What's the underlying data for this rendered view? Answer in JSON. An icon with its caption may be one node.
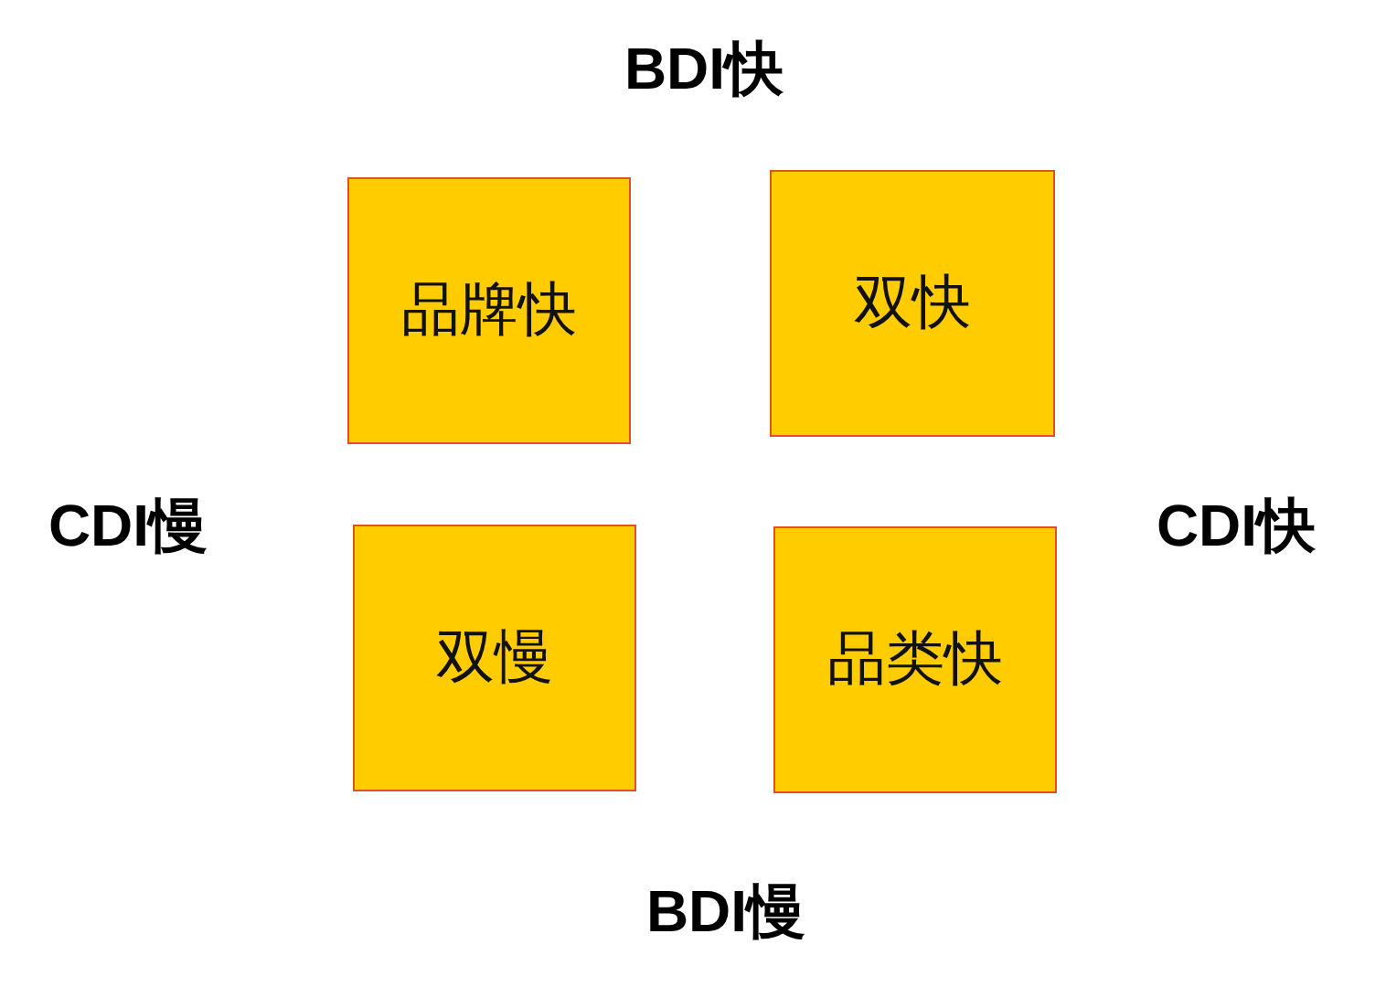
{
  "diagram": {
    "nodes": [
      {
        "text": [
          "品牌快"
        ]
      },
      {
        "text": [
          "双快"
        ]
      },
      {
        "text": [
          "双慢"
        ]
      },
      {
        "text": [
          "品类快"
        ]
      }
    ],
    "labels": [
      "BDI快",
      "CDI慢",
      "CDI快",
      "BDI慢"
    ]
  }
}
